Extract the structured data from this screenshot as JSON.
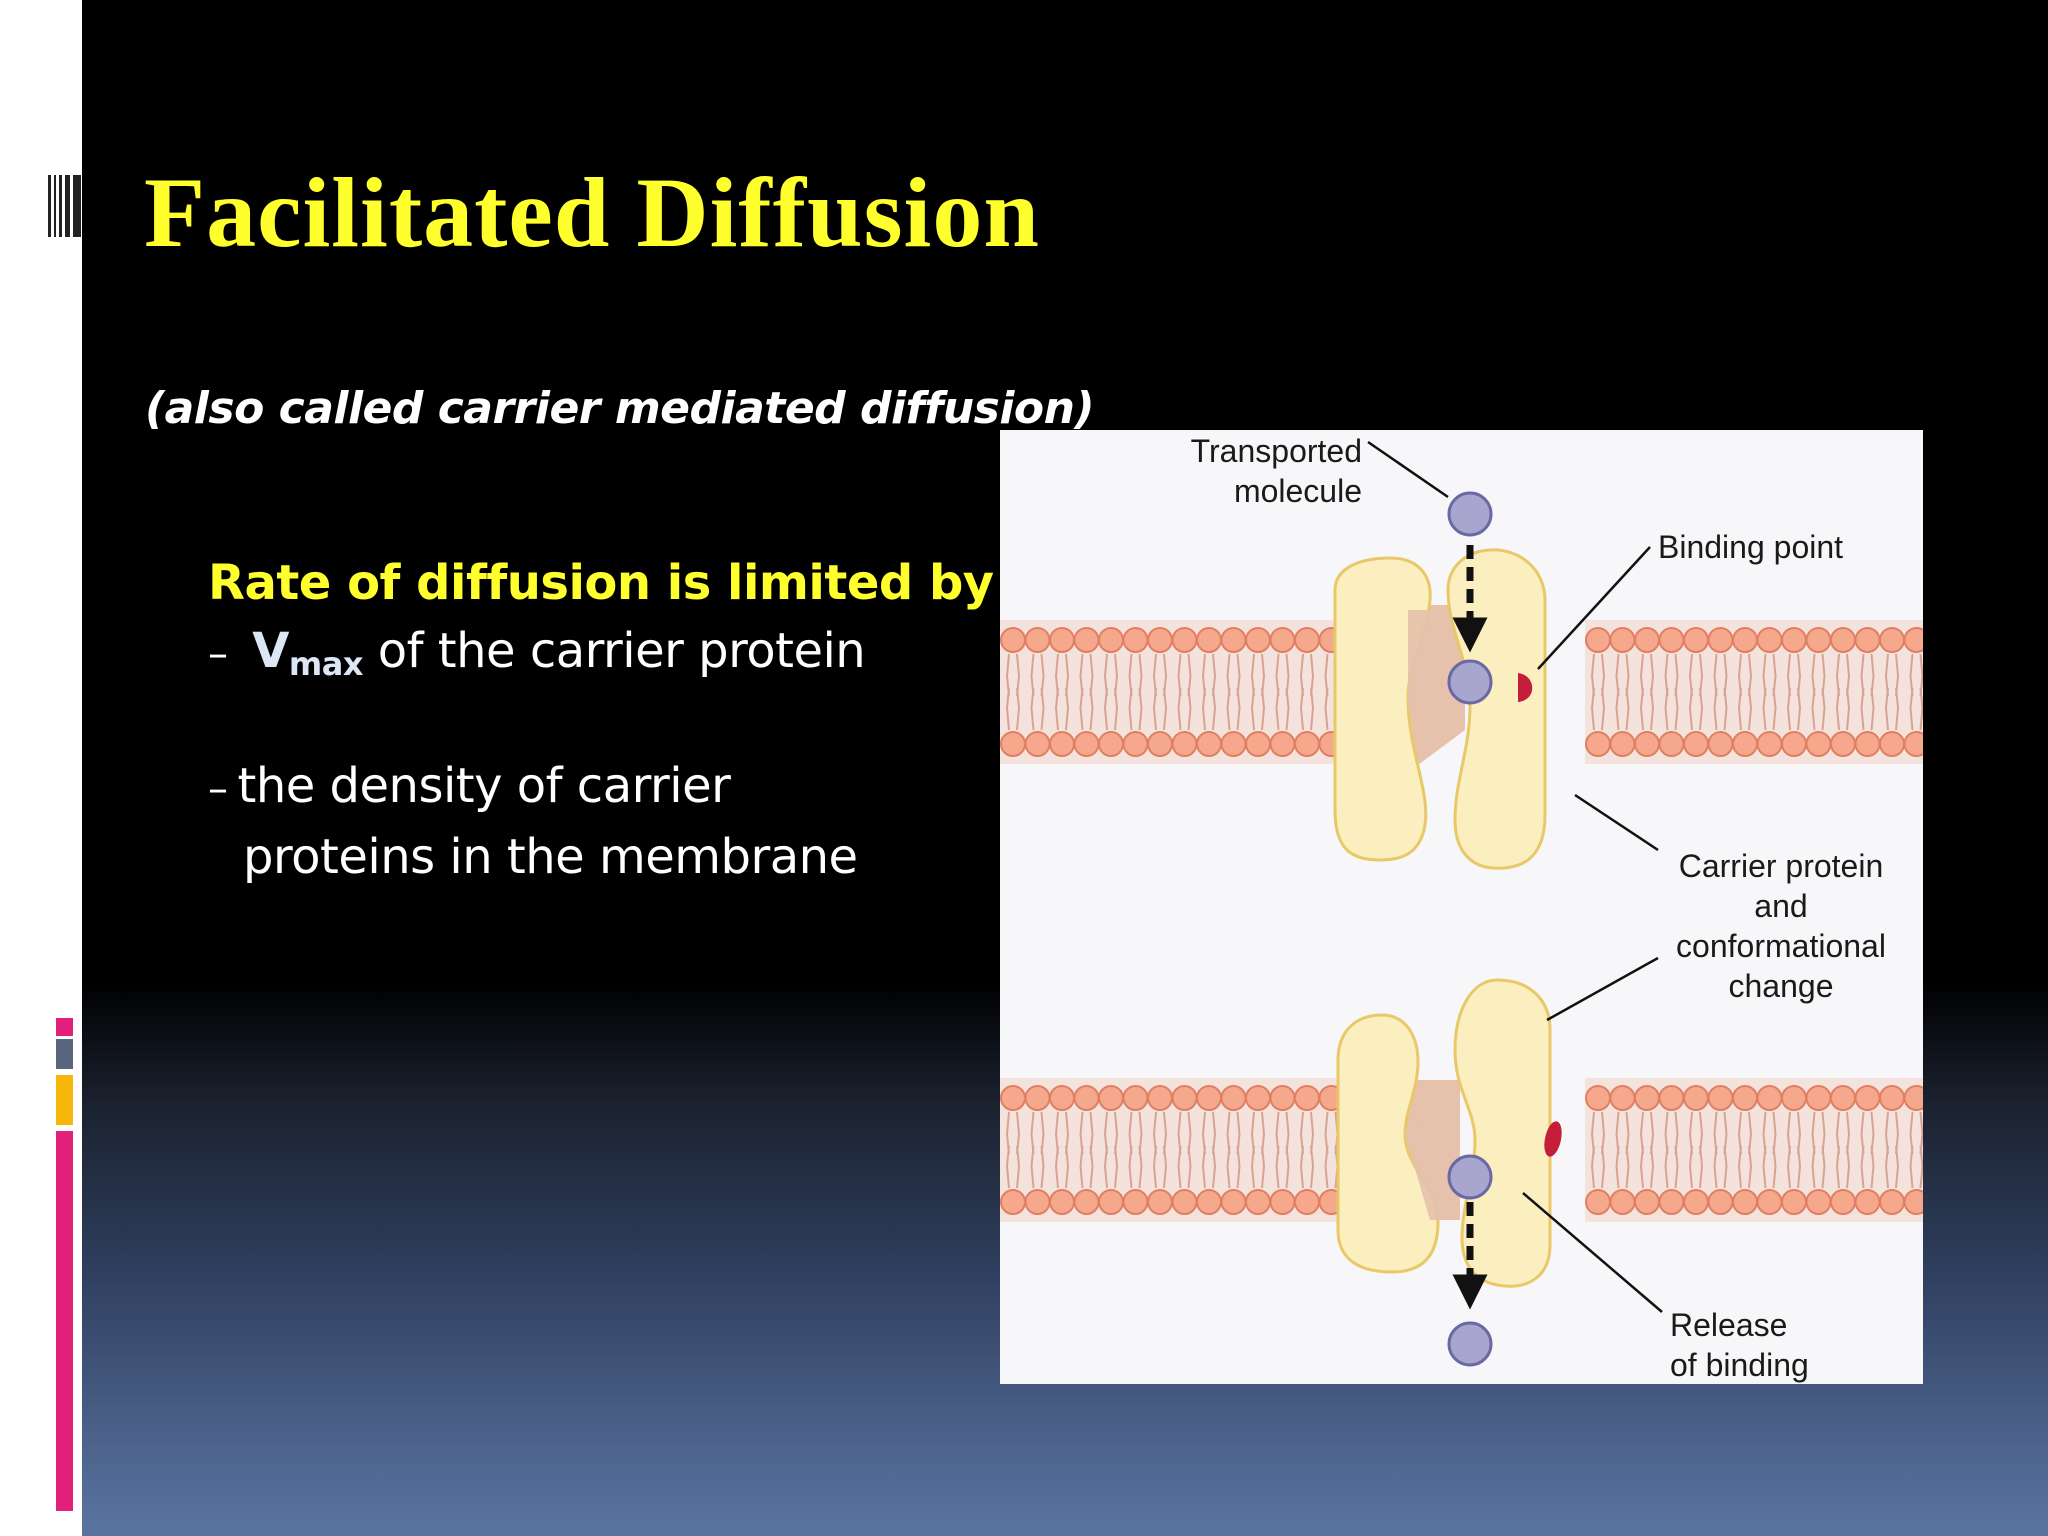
{
  "slide": {
    "title": "Facilitated Diffusion",
    "subtitle": "(also called carrier mediated diffusion)",
    "rate_heading": "Rate of diffusion is limited by",
    "bullets": [
      {
        "dash": "–",
        "vmax_main": "V",
        "vmax_sub": "max",
        "rest": " of the carrier protein"
      },
      {
        "dash": "–",
        "line1": "the density of carrier",
        "line2": "proteins in the membrane"
      }
    ]
  },
  "diagram": {
    "labels": {
      "transported_1": "Transported",
      "transported_2": "molecule",
      "binding_point": "Binding point",
      "carrier_1": "Carrier protein",
      "carrier_2": "and",
      "carrier_3": "conformational",
      "carrier_4": "change",
      "release_1": "Release",
      "release_2": "of binding"
    }
  },
  "colors": {
    "title": "#ffff2e",
    "lipid_head": "#f5a88c",
    "lipid_head_stroke": "#e07f63",
    "protein_fill": "#fbefc0",
    "protein_stroke": "#e8c868",
    "channel_fill": "#e6c1ab",
    "molecule_fill": "#a8a6cf",
    "binding_site": "#c41e3a",
    "accent_pink": "#e21f7a",
    "accent_gray": "#58657d",
    "accent_gold": "#f7b70a"
  }
}
